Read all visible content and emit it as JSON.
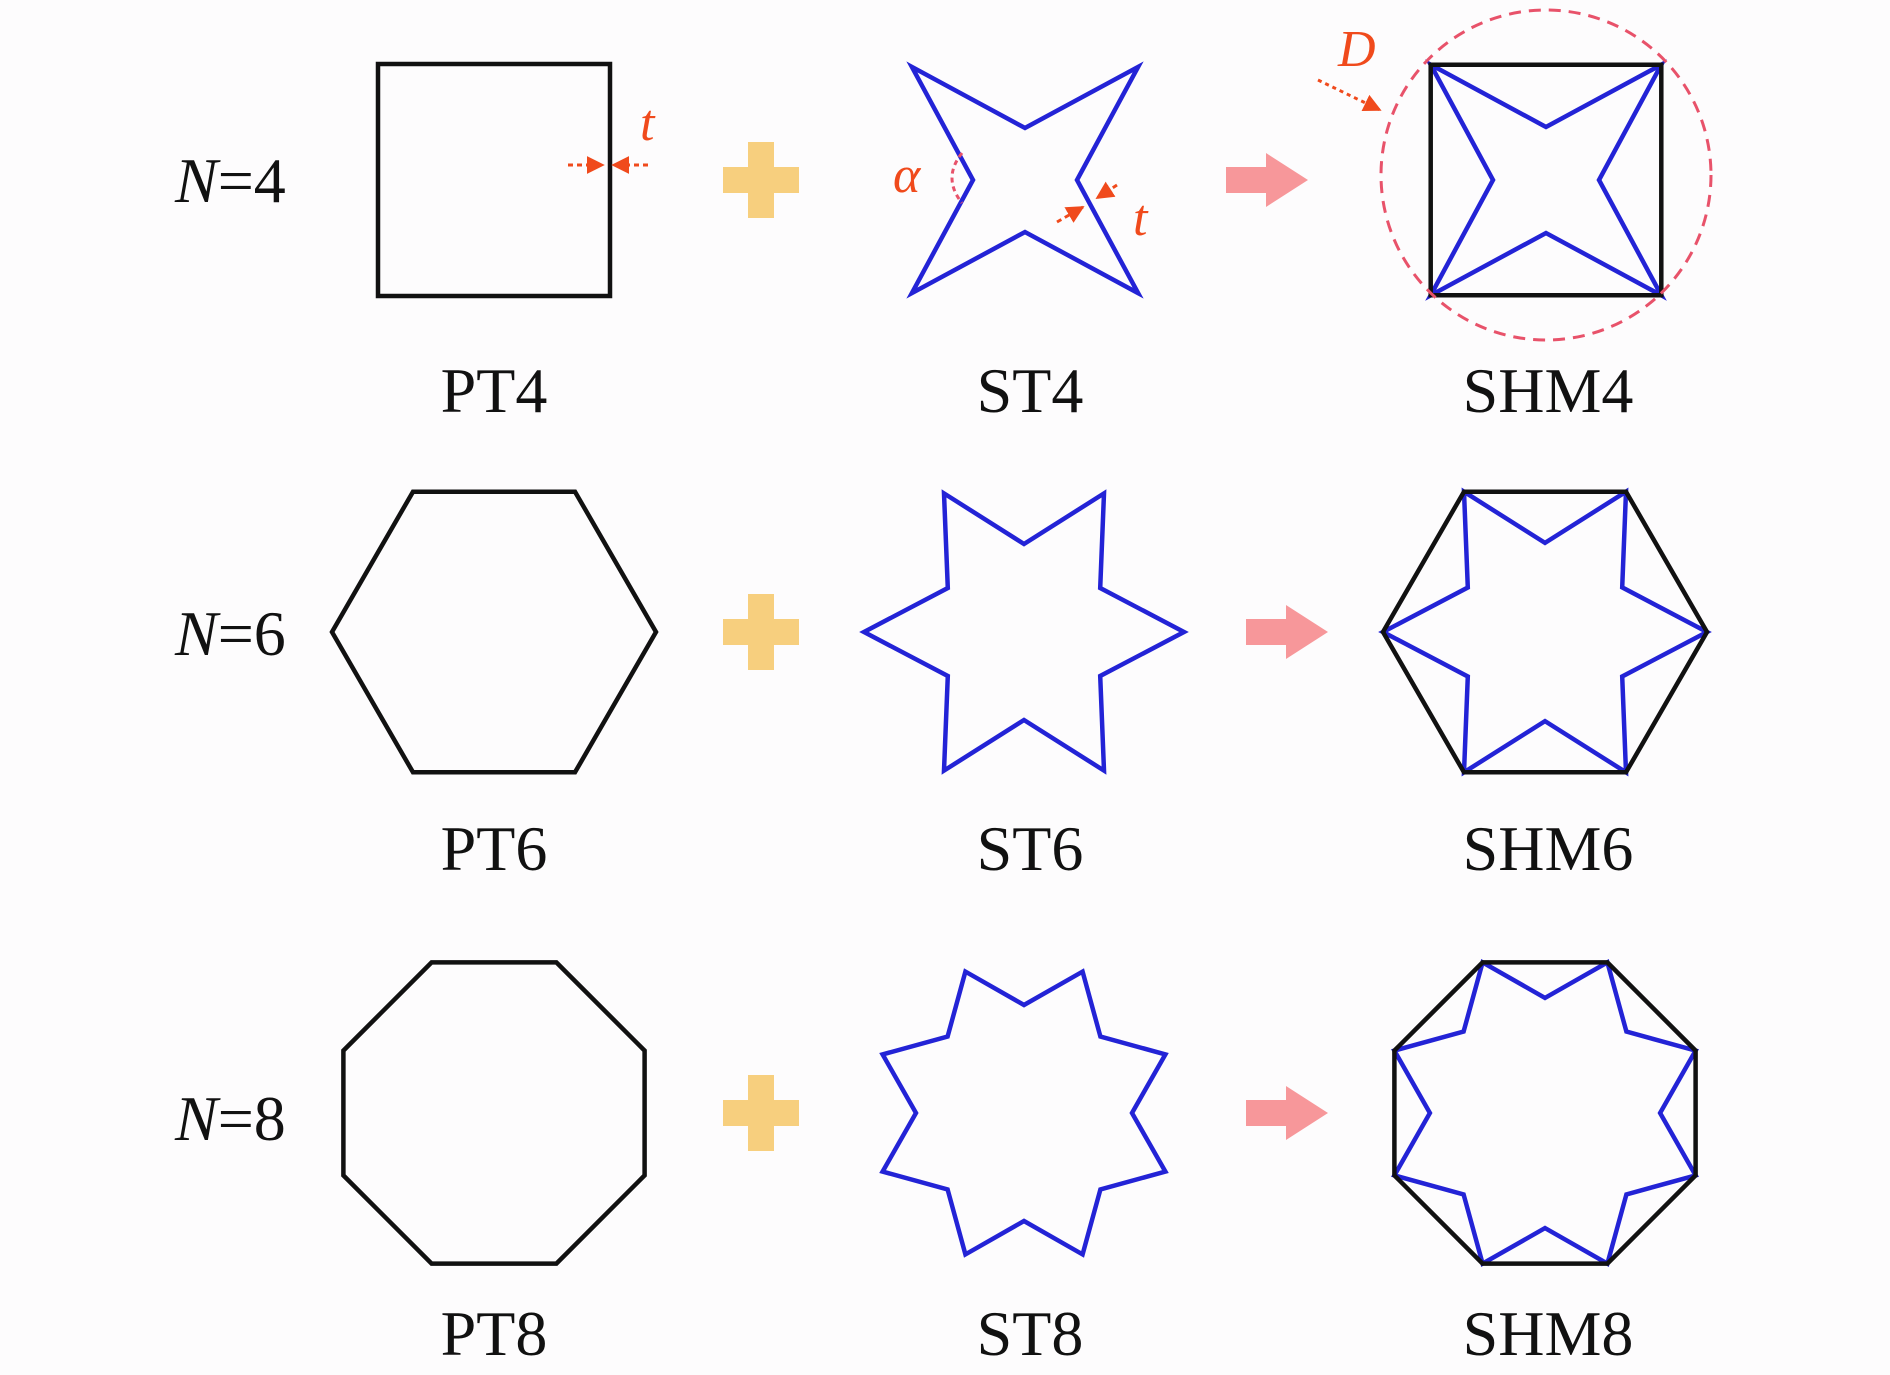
{
  "colors": {
    "polygon": "#111111",
    "star": "#2323d6",
    "plus": "#f7cf7e",
    "arrow": "#f7979a",
    "annotation": "#f04a1c",
    "circle": "#e8526a"
  },
  "rows": [
    {
      "n_label": "N",
      "n_value": "=4",
      "sides": 4,
      "pt_label": "PT4",
      "st_label": "ST4",
      "shm_label": "SHM4"
    },
    {
      "n_label": "N",
      "n_value": "=6",
      "sides": 6,
      "pt_label": "PT6",
      "st_label": "ST6",
      "shm_label": "SHM6"
    },
    {
      "n_label": "N",
      "n_value": "=8",
      "sides": 8,
      "pt_label": "PT8",
      "st_label": "ST8",
      "shm_label": "SHM8"
    }
  ],
  "annotations": {
    "thickness": "t",
    "angle": "α",
    "diameter": "D"
  }
}
